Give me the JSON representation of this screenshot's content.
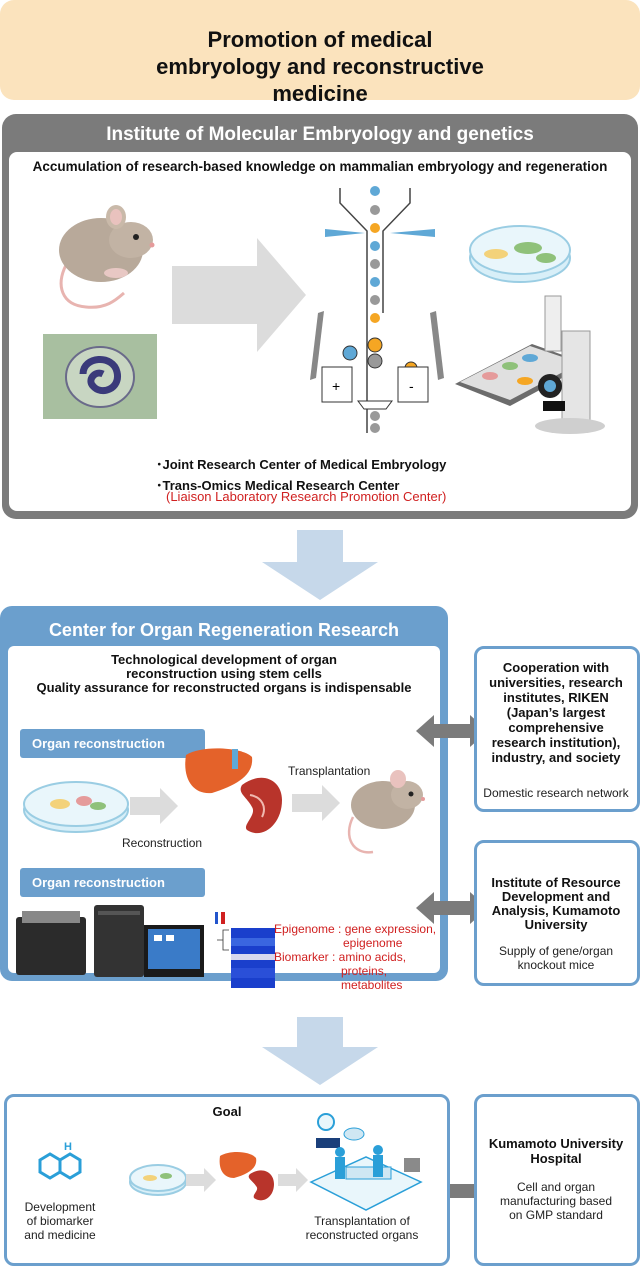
{
  "title": "Promotion of medical embryology and reconstructive medicine",
  "institute": {
    "heading": "Institute of Molecular Embryology and genetics",
    "subheading": "Accumulation of research-based knowledge on mammalian embryology and regeneration",
    "bullets": [
      "･Joint Research Center of Medical Embryology",
      "･Trans-Omics Medical Research Center"
    ],
    "liaison": "(Liaison Laboratory Research Promotion Center)"
  },
  "center": {
    "heading": "Center for Organ Regeneration Research",
    "desc_line1": "Technological development of organ",
    "desc_line2": "reconstruction using stem cells",
    "desc_line3": "Quality assurance for reconstructed organs is indispensable",
    "tag1": "Organ reconstruction",
    "tag2": "Organ reconstruction",
    "transplantation": "Transplantation",
    "reconstruction": "Reconstruction",
    "epigenome_label": "Epigenome : gene expression,",
    "epigenome_label2": "epigenome",
    "biomarker_label": "Biomarker : amino acids,",
    "biomarker_label2": "proteins,",
    "biomarker_label3": "metabolites"
  },
  "cooperation": {
    "title": "Cooperation with universities, research institutes, RIKEN (Japan’s largest comprehensive research institution), industry, and society",
    "note": "Domestic research network"
  },
  "resource": {
    "title": "Institute of Resource Development and Analysis, Kumamoto University",
    "note": "Supply of gene/organ knockout mice"
  },
  "goal": {
    "heading": "Goal",
    "biomarker": "Development of biomarker and medicine",
    "transplant": "Transplantation of reconstructed organs"
  },
  "hospital": {
    "title": "Kumamoto University Hospital",
    "note": "Cell and organ manufacturing based on GMP standard"
  },
  "colors": {
    "blue": "#6b9fcd",
    "grey": "#7b7b7b",
    "banner": "#fbe3bd",
    "red": "#d02020"
  }
}
